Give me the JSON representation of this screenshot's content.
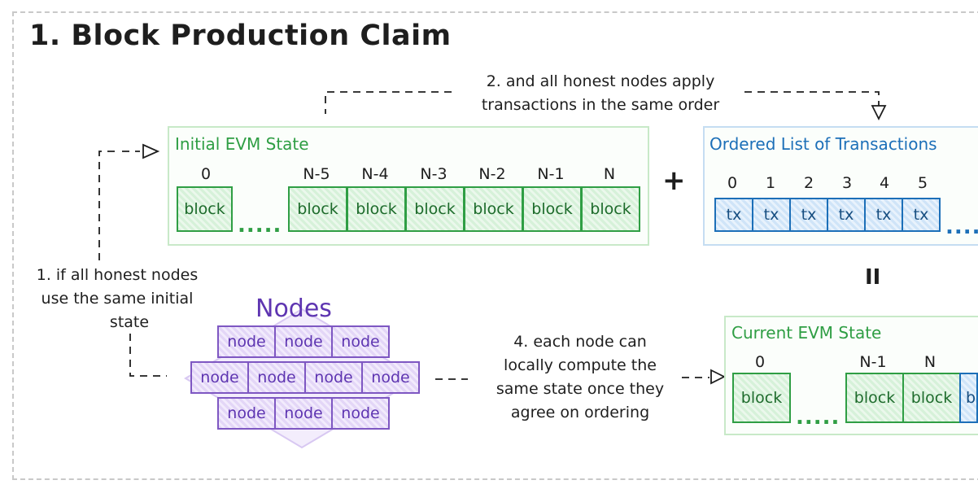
{
  "title": "1. Block Production Claim",
  "notes": {
    "step1": [
      "1. if all honest nodes",
      "use the same initial",
      "state"
    ],
    "step2": [
      "2. and all honest nodes apply",
      "transactions in the same order"
    ],
    "step4": [
      "4. each node can",
      "locally compute the",
      "same state once they",
      "agree on ordering"
    ]
  },
  "initial_state": {
    "title": "Initial EVM State",
    "first_index": "0",
    "first_block": "block",
    "ellipsis": ".....",
    "indices": [
      "N-5",
      "N-4",
      "N-3",
      "N-2",
      "N-1",
      "N"
    ],
    "blocks": [
      "block",
      "block",
      "block",
      "block",
      "block",
      "block"
    ]
  },
  "plus_symbol": "+",
  "equals_symbol": "II",
  "ordered_list": {
    "title": "Ordered List of Transactions",
    "indices": [
      "0",
      "1",
      "2",
      "3",
      "4",
      "5"
    ],
    "txs": [
      "tx",
      "tx",
      "tx",
      "tx",
      "tx",
      "tx"
    ],
    "ellipsis": "....."
  },
  "nodes": {
    "title": "Nodes",
    "rows": [
      [
        "node",
        "node",
        "node"
      ],
      [
        "node",
        "node",
        "node",
        "node"
      ],
      [
        "node",
        "node",
        "node"
      ]
    ]
  },
  "current_state": {
    "title": "Current EVM State",
    "first_index": "0",
    "first_block": "block",
    "ellipsis": ".....",
    "indices": [
      "N-1",
      "N"
    ],
    "blocks": [
      "block",
      "block",
      "b"
    ]
  },
  "colors": {
    "green": "#2f9e44",
    "blue": "#1c6fb8",
    "purple": "#7e57c2",
    "text": "#1e1e1e"
  }
}
